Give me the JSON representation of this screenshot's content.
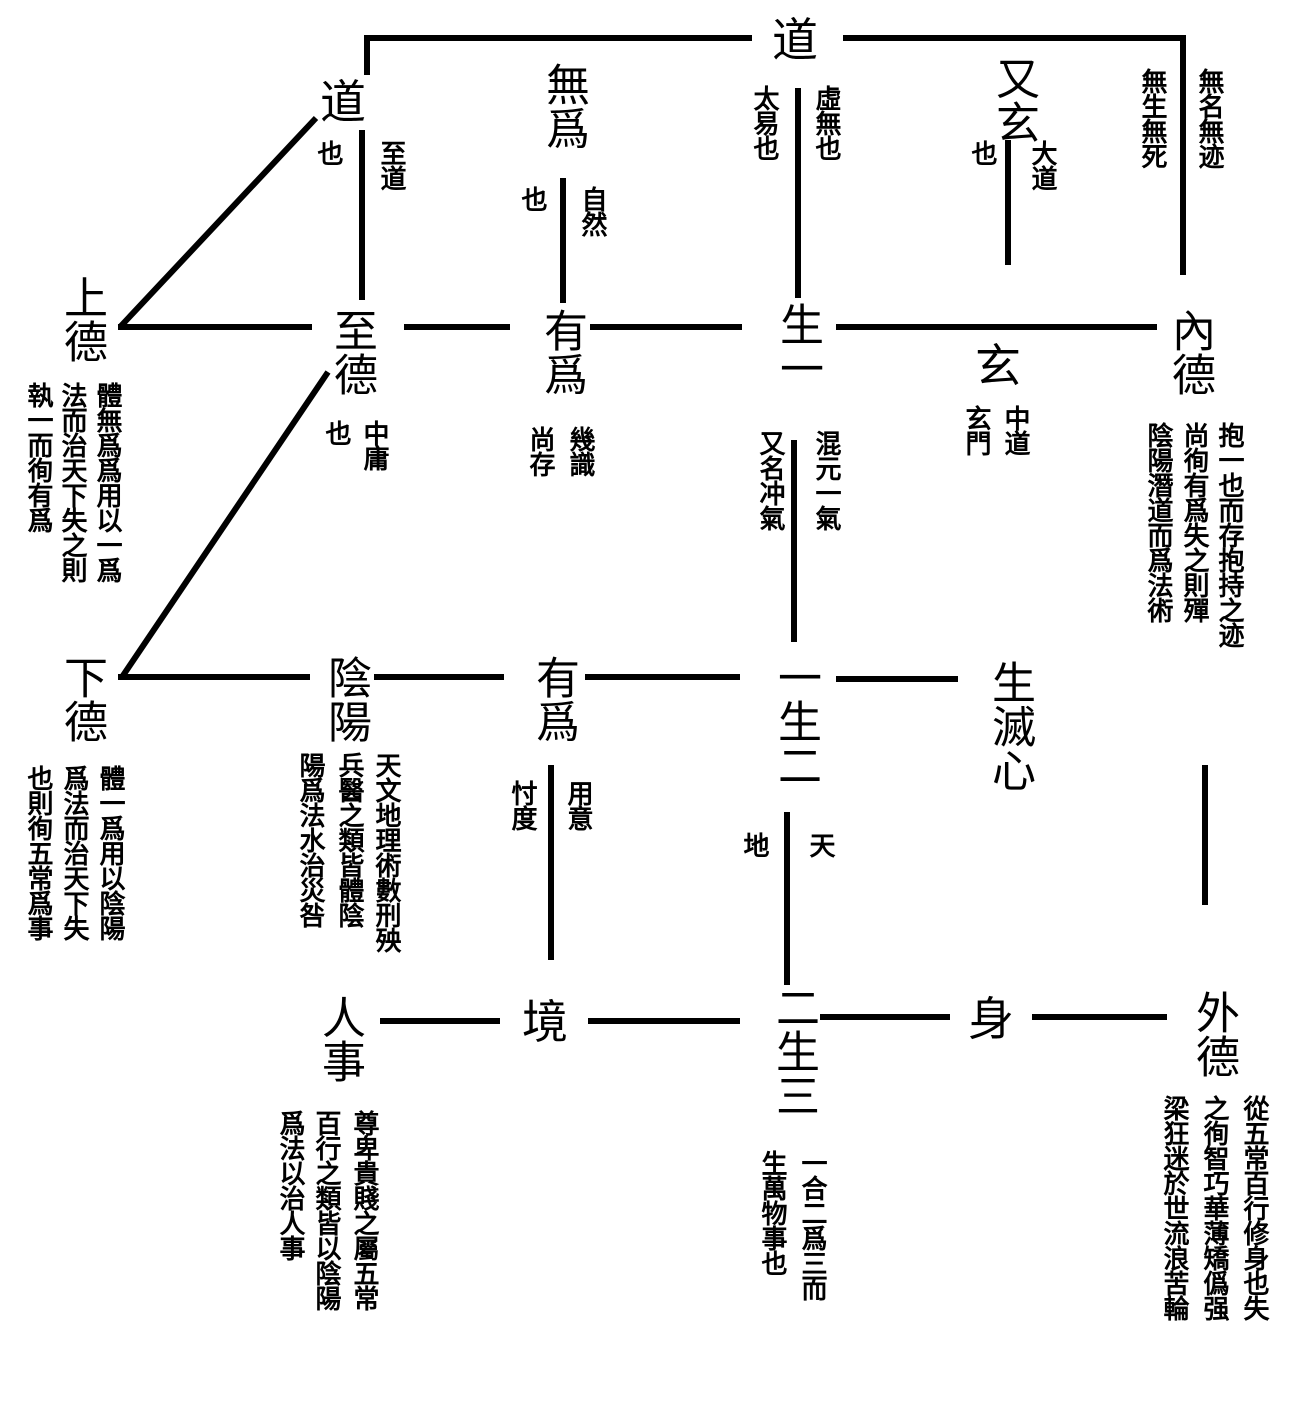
{
  "top": {
    "dao": "道"
  },
  "row1": {
    "dao": "道",
    "dao_note_a": "至道",
    "dao_note_b": "也",
    "wuwei": "無爲",
    "wuwei_note_a": "自然",
    "wuwei_note_b": "也",
    "note_xuwu": "虛無也",
    "note_taiyi": "太易也",
    "youxuan": "又玄",
    "youxuan_note_a": "大道",
    "youxuan_note_b": "也",
    "note_wuming": "無名無迹",
    "note_wusheng": "無生無死"
  },
  "row2": {
    "shangde": "上德",
    "shangde_note": [
      "體無爲爲用以一爲",
      "法而治天下失之則",
      "執一而徇有爲"
    ],
    "zhide": "至德",
    "zhide_note_a": "中庸",
    "zhide_note_b": "也",
    "youwei": "有爲",
    "youwei_note_a": "幾識",
    "youwei_note_b": "尚存",
    "shengyi": "生一",
    "shengyi_note_a": "混元一氣",
    "shengyi_note_b": "又名冲氣",
    "xuan": "玄",
    "xuan_note_a": "中道",
    "xuan_note_b": "玄門",
    "neide": "內德",
    "neide_note": [
      "抱一也而存抱持之迹",
      "尚徇有爲失之則殫",
      "陰陽潛道而爲法術"
    ]
  },
  "row3": {
    "xiade": "下德",
    "xiade_note": [
      "體一爲用以陰陽",
      "爲法而治天下失",
      "也則徇五常爲事"
    ],
    "yinyang": "陰陽",
    "yinyang_note": [
      "天文地理術數刑殃",
      "兵醫之類皆體陰",
      "陽爲法水治災咎"
    ],
    "youwei2": "有爲",
    "youwei2_note_a": "用意",
    "youwei2_note_b": "忖度",
    "yishenger": "一生二",
    "yishenger_note_a": "天",
    "yishenger_note_b": "地",
    "shengmiexin": "生滅心"
  },
  "row4": {
    "renshi": "人事",
    "renshi_note": [
      "尊卑貴賤之屬五常",
      "百行之類皆以陰陽",
      "爲法以治人事"
    ],
    "jing": "境",
    "ershengsan": "二生三",
    "ershengsan_note_a": "一合二爲三而",
    "ershengsan_note_b": "生萬物事也",
    "shen": "身",
    "waide": "外德",
    "waide_note": [
      "從五常百行修身也失",
      "之徇智巧華薄矯僞强",
      "梁狂迷於世流浪苦輪"
    ]
  }
}
